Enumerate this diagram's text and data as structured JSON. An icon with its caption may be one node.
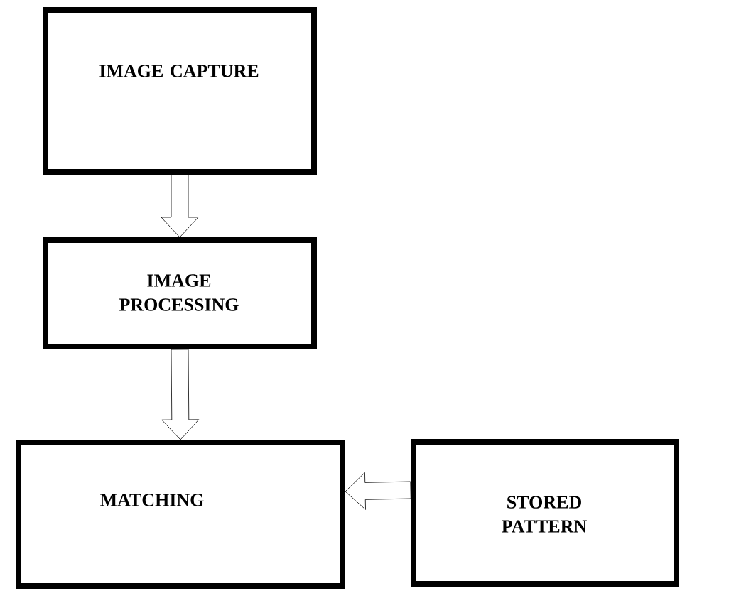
{
  "diagram": {
    "nodes": [
      {
        "text": [
          "IMAGE CAPTURE"
        ]
      },
      {
        "text": [
          "IMAGE PROCESSING"
        ]
      },
      {
        "text": [
          "MATCHING"
        ]
      },
      {
        "text": [
          "STORED PATTERN"
        ]
      }
    ],
    "edges": [
      {
        "from": 0,
        "to": 1,
        "arrow": "to"
      },
      {
        "from": 1,
        "to": 2,
        "arrow": "to"
      },
      {
        "from": 3,
        "to": 2,
        "arrow": "to"
      }
    ]
  }
}
